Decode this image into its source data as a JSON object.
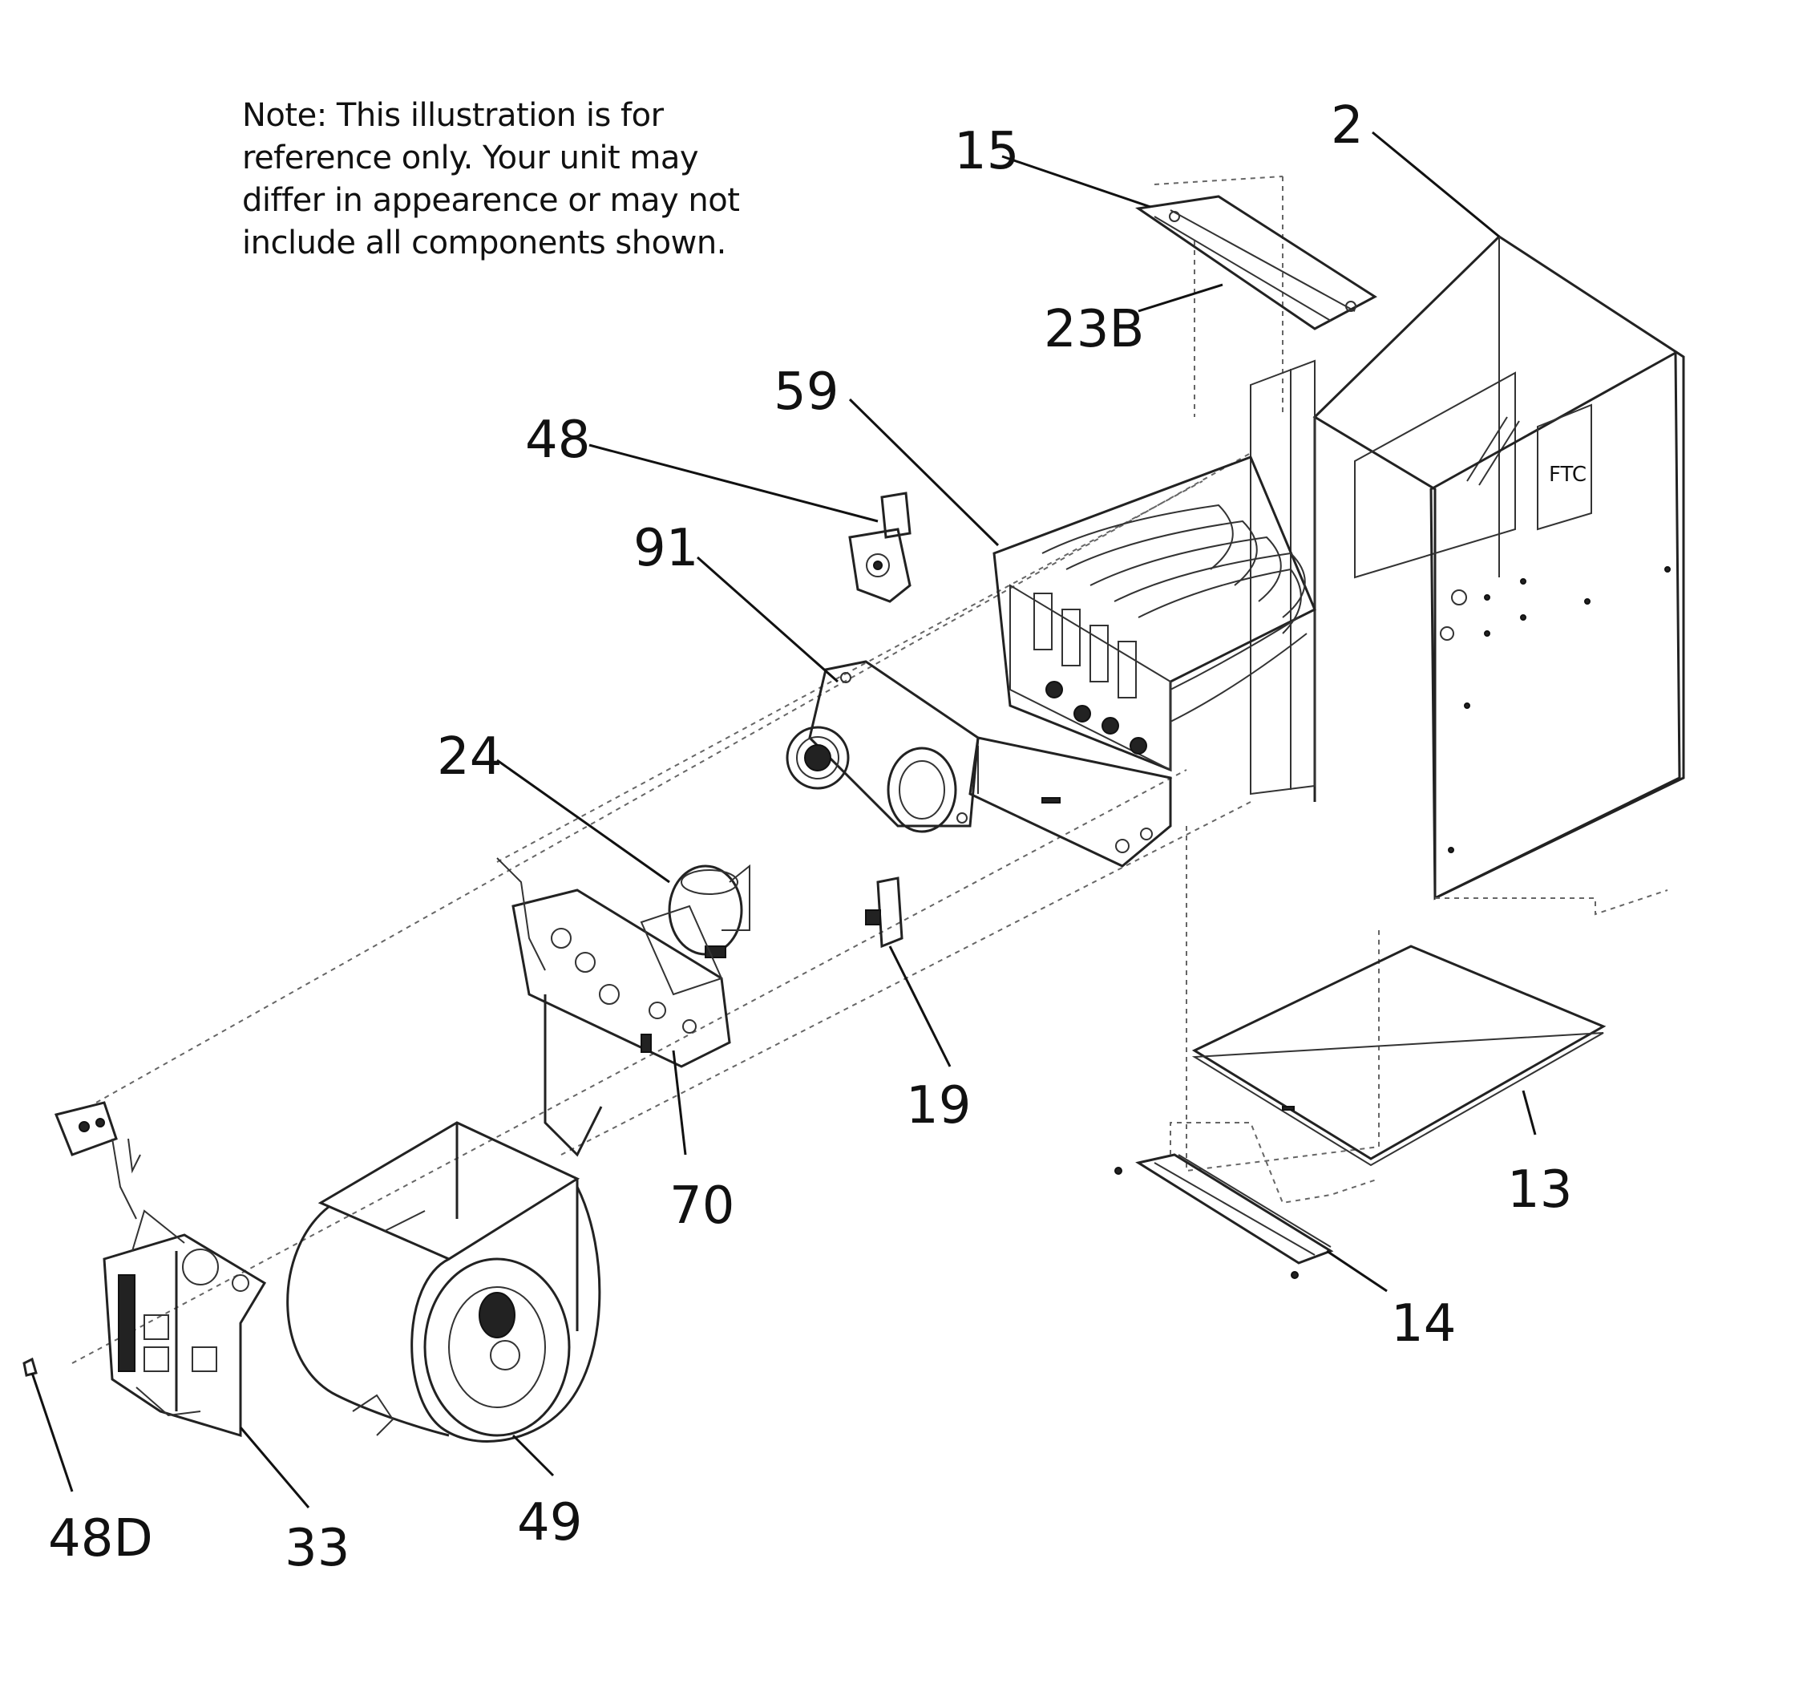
{
  "note": {
    "lines": [
      "Note: This illustration is for",
      "reference only. Your unit may",
      "differ in appearence or may not",
      "include all components shown."
    ]
  },
  "cabinet_label": "FTC",
  "callouts": {
    "c2": "2",
    "c15": "15",
    "c23b": "23B",
    "c59": "59",
    "c48": "48",
    "c91": "91",
    "c24": "24",
    "c19": "19",
    "c70": "70",
    "c13": "13",
    "c14": "14",
    "c48d": "48D",
    "c33": "33",
    "c49": "49"
  }
}
